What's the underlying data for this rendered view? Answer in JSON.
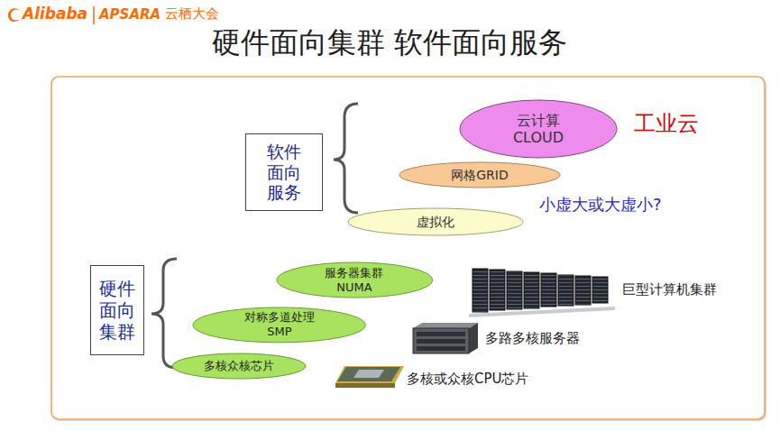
{
  "diagram": {
    "title": "硬件面向集群 软件面向服务",
    "nodes": [
      {
        "text": [
          "软件面向服务"
        ]
      },
      {
        "text": [
          "云计算 CLOUD"
        ]
      },
      {
        "text": [
          "网格GRID"
        ]
      },
      {
        "text": [
          "虚拟化"
        ]
      },
      {
        "text": [
          "硬件面向集群"
        ]
      },
      {
        "text": [
          "服务器集群 NUMA"
        ]
      },
      {
        "text": [
          "对称多道处理 SMP"
        ]
      },
      {
        "text": [
          "多核众核芯片"
        ]
      }
    ],
    "labels": [
      "Alibaba",
      "APSARA",
      "云栖大会",
      "工业云",
      "小虚大或大虚小?",
      "巨型计算机集群",
      "多路多核服务器",
      "多核或众核CPU芯片"
    ]
  }
}
